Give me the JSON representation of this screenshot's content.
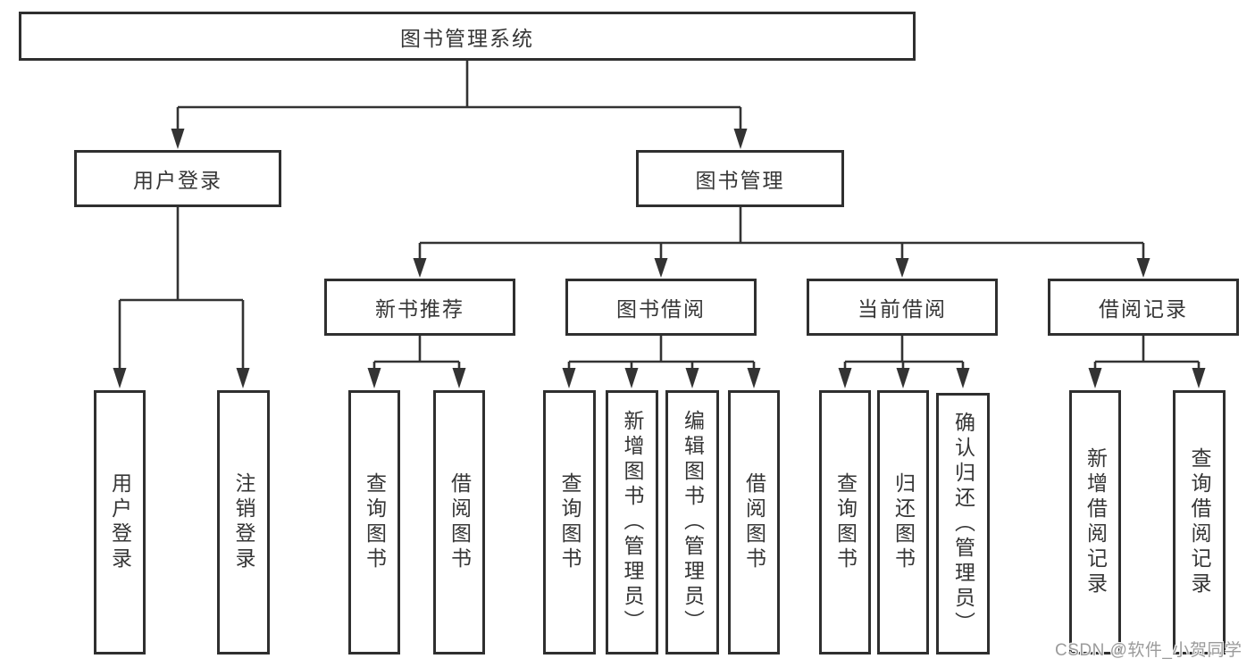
{
  "diagram": {
    "root": {
      "label": "图书管理系统"
    },
    "branches": [
      {
        "label": "用户登录",
        "children": [
          "用户登录",
          "注销登录"
        ]
      },
      {
        "label": "图书管理",
        "groups": [
          {
            "label": "新书推荐",
            "children": [
              "查询图书",
              "借阅图书"
            ]
          },
          {
            "label": "图书借阅",
            "children": [
              "查询图书",
              "新增图书（管理员）",
              "编辑图书（管理员）",
              "借阅图书"
            ]
          },
          {
            "label": "当前借阅",
            "children": [
              "查询图书",
              "归还图书",
              "确认归还（管理员）"
            ]
          },
          {
            "label": "借阅记录",
            "children": [
              "新增借阅记录",
              "查询借阅记录"
            ]
          }
        ]
      }
    ]
  },
  "watermark": {
    "text": "CSDN @软件_小贺同学",
    "color": "#9b9b9b"
  },
  "colors": {
    "background": "#ffffff",
    "line": "#333333",
    "box_border": "#2f2f2f",
    "text": "#363636"
  }
}
